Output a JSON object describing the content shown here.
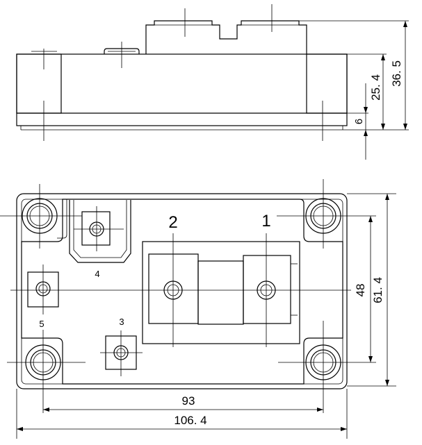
{
  "side_view": {
    "dimensions": {
      "height_total": "36. 5",
      "height_body": "25. 4",
      "height_base": "6"
    }
  },
  "top_view": {
    "terminals": {
      "t1": "1",
      "t2": "2",
      "t3": "3",
      "t4": "4",
      "t5": "5"
    },
    "dimensions": {
      "hole_pitch_x": "93",
      "overall_length": "106. 4",
      "hole_pitch_y": "48",
      "overall_width": "61. 4"
    }
  }
}
